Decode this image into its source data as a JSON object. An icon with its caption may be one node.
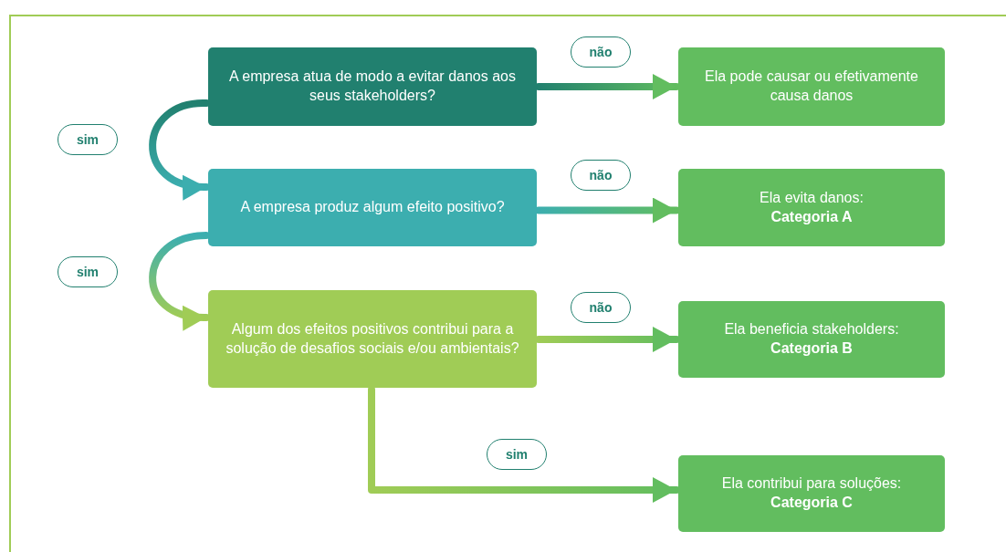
{
  "diagram": {
    "nodes": [
      {
        "text": [
          "A empresa atua de modo a evitar danos aos seus stakeholders?"
        ]
      },
      {
        "text": [
          "A empresa produz algum efeito positivo?"
        ]
      },
      {
        "text": [
          "Algum dos efeitos positivos contribui para a solução de desafios sociais e/ou ambientais?"
        ]
      },
      {
        "text": [
          "Ela pode causar ou efetivamente causa danos"
        ]
      },
      {
        "text": [
          "Ela evita danos: **Categoria A**"
        ]
      },
      {
        "text": [
          "Ela beneficia stakeholders: **Categoria B**"
        ]
      },
      {
        "text": [
          "Ela contribui para soluções: **Categoria C**"
        ]
      }
    ],
    "edges": [
      {
        "from": 0,
        "to": 3,
        "arrow": "to",
        "label": "não"
      },
      {
        "from": 1,
        "to": 4,
        "arrow": "to",
        "label": "não"
      },
      {
        "from": 2,
        "to": 5,
        "arrow": "to",
        "label": "não"
      },
      {
        "from": 0,
        "to": 1,
        "arrow": "to",
        "label": "sim"
      },
      {
        "from": 1,
        "to": 2,
        "arrow": "to",
        "label": "sim"
      },
      {
        "from": 2,
        "to": 6,
        "arrow": "to",
        "label": "sim"
      }
    ]
  }
}
